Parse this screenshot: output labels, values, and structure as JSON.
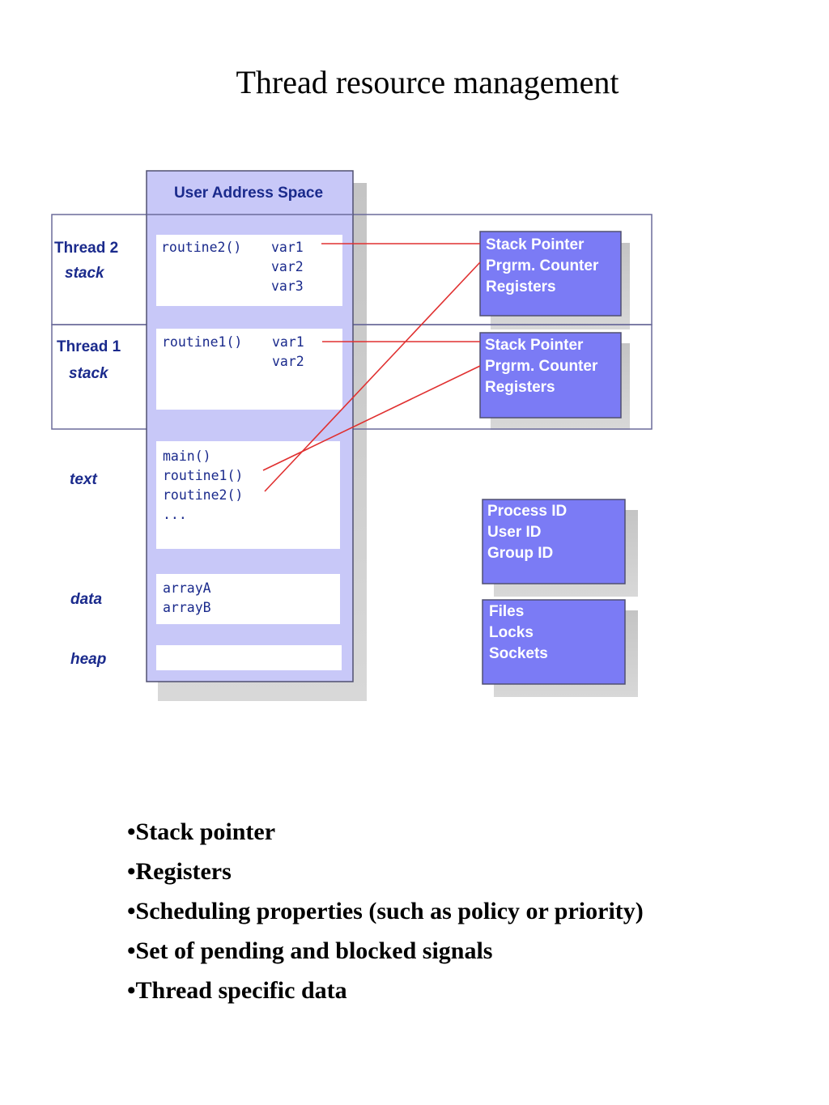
{
  "title": "Thread resource management",
  "diagram": {
    "header": "User Address Space",
    "segment_labels": {
      "thread2_line1": "Thread 2",
      "thread2_line2": "stack",
      "thread1_line1": "Thread 1",
      "thread1_line2": "stack",
      "text": "text",
      "data": "data",
      "heap": "heap"
    },
    "thread2_stack": {
      "routine": "routine2()",
      "vars": [
        "var1",
        "var2",
        "var3"
      ]
    },
    "thread1_stack": {
      "routine": "routine1()",
      "vars": [
        "var1",
        "var2"
      ]
    },
    "text_segment": [
      "main()",
      "routine1()",
      "routine2()",
      "..."
    ],
    "data_segment": [
      "arrayA",
      "arrayB"
    ],
    "thread2_context": [
      "Stack Pointer",
      "Prgrm. Counter",
      "Registers"
    ],
    "thread1_context": [
      "Stack Pointer",
      "Prgrm. Counter",
      "Registers"
    ],
    "process_ids": [
      "Process ID",
      "User ID",
      "Group ID"
    ],
    "process_resources": [
      "Files",
      "Locks",
      "Sockets"
    ]
  },
  "colors": {
    "address_space_fill": "#c8c8f8",
    "context_box_fill": "#7b7bf5",
    "border": "#505070",
    "label_text": "#1a2a8c",
    "pointer_line": "#e03030",
    "shadow": "#b8b8b8"
  },
  "bullets": [
    "Stack pointer",
    "Registers",
    "Scheduling properties (such as policy or priority)",
    "Set of pending and blocked signals",
    "Thread specific data"
  ]
}
